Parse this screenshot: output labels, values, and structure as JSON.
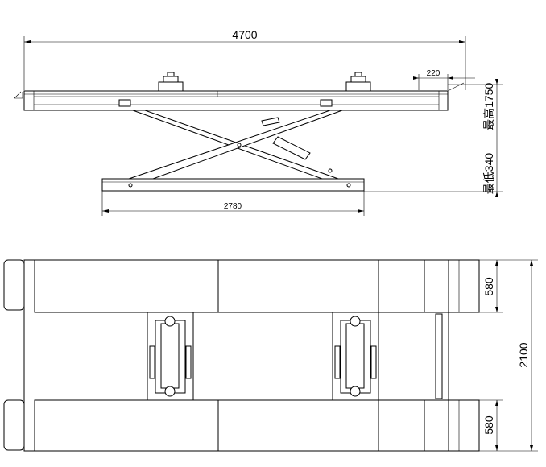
{
  "side_view": {
    "overall_length": "4700",
    "end_offset": "220",
    "base_length": "2780",
    "height_range": "最低340——最高1750"
  },
  "plan_view": {
    "runway_width_top": "580",
    "overall_width": "2100",
    "runway_width_bottom": "580"
  }
}
